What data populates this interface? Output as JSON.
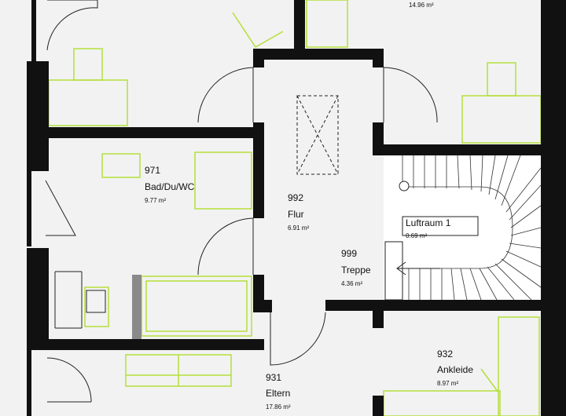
{
  "colors": {
    "background": "#f2f2f2",
    "wall": "#111111",
    "furniture_line": "#b5df3a",
    "fixture_line": "#222222",
    "stair_fill": "#ffffff"
  },
  "rooms": {
    "top_partial": {
      "area": "14.96 m²"
    },
    "bad": {
      "number": "971",
      "name": "Bad/Du/WC",
      "area": "9.77 m²"
    },
    "flur": {
      "number": "992",
      "name": "Flur",
      "area": "6.91 m²"
    },
    "luftraum": {
      "name": "Luftraum 1",
      "area": "0.69 m²"
    },
    "treppe": {
      "number": "999",
      "name": "Treppe",
      "area": "4.36 m²"
    },
    "ankleide": {
      "number": "932",
      "name": "Ankleide",
      "area": "8.97 m²"
    },
    "eltern": {
      "number": "931",
      "name": "Eltern",
      "area": "17.86 m²"
    }
  }
}
